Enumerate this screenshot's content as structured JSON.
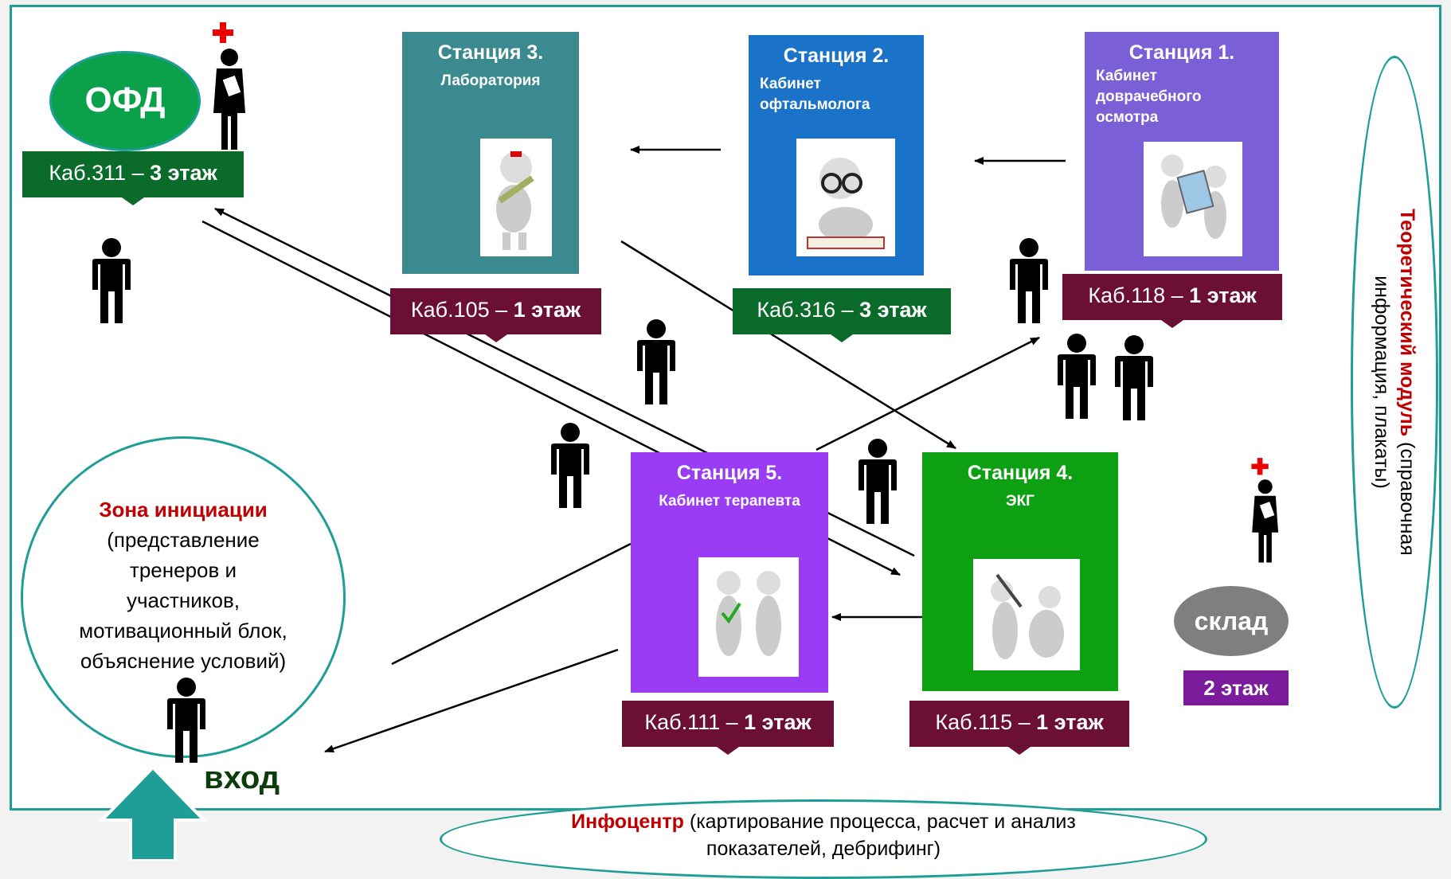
{
  "ofd": {
    "label": "ОФД",
    "room_prefix": "Каб.311 – ",
    "room_floor": "3 этаж"
  },
  "stations": [
    {
      "title": "Станция 3.",
      "subtitle_lines": [
        "Лаборатория"
      ],
      "room_prefix": "Каб.105 – ",
      "room_floor": "1 этаж",
      "color": "#3b8a8f"
    },
    {
      "title": "Станция 2.",
      "subtitle_lines": [
        "Кабинет",
        "офтальмолога"
      ],
      "room_prefix": "Каб.316 – ",
      "room_floor": "3 этаж",
      "color": "#1a72c9"
    },
    {
      "title": "Станция 1.",
      "subtitle_lines": [
        "Кабинет",
        "доврачебного",
        "осмотра"
      ],
      "room_prefix": "Каб.118 – ",
      "room_floor": "1 этаж",
      "color": "#7b5fd6"
    },
    {
      "title": "Станция 5.",
      "subtitle_lines": [
        "Кабинет терапевта"
      ],
      "room_prefix": "Каб.111 – ",
      "room_floor": "1 этаж",
      "color": "#9b3cf5"
    },
    {
      "title": "Станция 4.",
      "subtitle_lines": [
        "ЭКГ"
      ],
      "room_prefix": "Каб.115 – ",
      "room_floor": "1 этаж",
      "color": "#0ea013"
    }
  ],
  "sklad": {
    "label": "склад",
    "floor": "2 этаж"
  },
  "theory": {
    "title": "Теоретический модуль",
    "text_line1": " (справочная",
    "text_line2": "информация, плакаты)"
  },
  "init_zone": {
    "title": "Зона инициации",
    "lines": [
      "(представление",
      "тренеров и",
      "участников,",
      "мотивационный блок,",
      "объяснение условий)"
    ]
  },
  "entrance": {
    "label": "вход"
  },
  "infocenter": {
    "title": "Инфоцентр",
    "line1_rest": " (картирование процесса, расчет и анализ",
    "line2": "показателей, дебрифинг)"
  },
  "colors": {
    "frame": "#1e9e96",
    "ofd": "#0aa14a",
    "room_dark_red": "#6b0f35",
    "room_green": "#0b6b2a",
    "sklad": "#7f7f7f",
    "floor_purple": "#7a1c9c",
    "red_text": "#c00000"
  }
}
